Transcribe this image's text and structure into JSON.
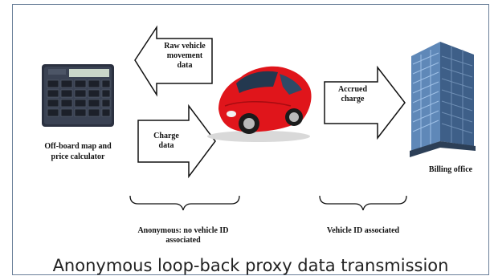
{
  "diagram": {
    "caption": "Anonymous loop-back proxy data transmission",
    "arrows": {
      "raw_vehicle": "Raw vehicle movement data",
      "charge_data": "Charge data",
      "accrued_charge": "Accrued charge"
    },
    "nodes": {
      "calculator": "Off-board map and price calculator",
      "billing": "Billing office"
    },
    "brackets": {
      "anonymous": "Anonymous: no vehicle ID associated",
      "vehicle_id": "Vehicle ID associated"
    },
    "icons": {
      "calculator": "calculator-icon",
      "car": "red-car-icon",
      "building": "office-building-icon"
    },
    "colors": {
      "car": "#e0151b",
      "building": "#5f88b8",
      "calculator": "#2b3140",
      "frame": "#6a7f99"
    }
  }
}
